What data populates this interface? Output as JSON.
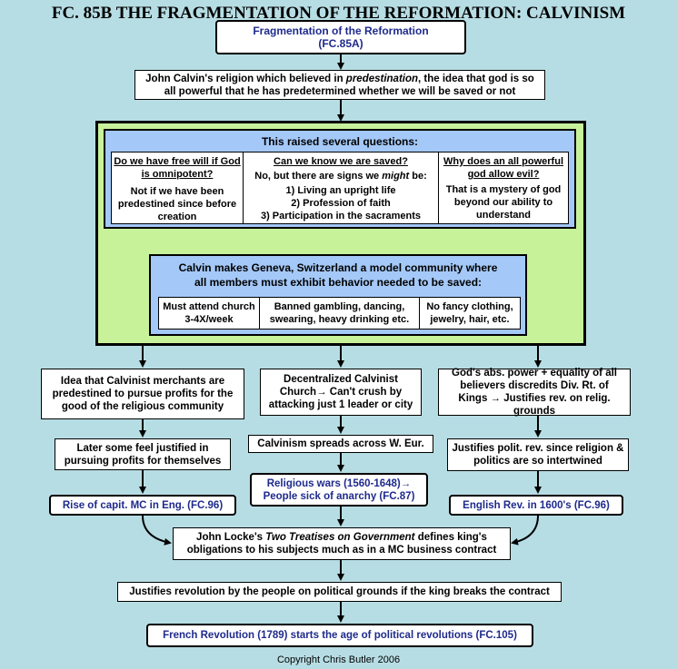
{
  "title": "FC. 85B THE FRAGMENTATION OF THE REFORMATION: CALVINISM",
  "top_box": {
    "line1": "Fragmentation of the Reformation",
    "line2": "(FC.85A)"
  },
  "calvin_box": {
    "pre": "John Calvin's religion which believed in ",
    "em": "predestination",
    "post": ", the idea that god is so",
    "line2": "all powerful that he has predetermined whether we will be saved  or not"
  },
  "questions": {
    "header": "This raised several questions:",
    "col1": {
      "q": "Do we have free will if God is omnipotent?",
      "a": "Not if we have been predestined since before creation"
    },
    "col2": {
      "q": "Can we know we are saved?",
      "a_pre": "No, but there are signs we ",
      "a_em": "might",
      "a_post": " be:",
      "items": [
        "1) Living an upright life",
        "2) Profession of faith",
        "3) Participation in the sacraments"
      ]
    },
    "col3": {
      "q": "Why does an all powerful god allow evil?",
      "a": "That is a mystery of god beyond our ability to understand"
    }
  },
  "geneva": {
    "header_line1": "Calvin makes Geneva, Switzerland a model community where",
    "header_line2": "all members must exhibit behavior needed to be saved:",
    "cells": [
      "Must attend church 3-4X/week",
      "Banned gambling, dancing, swearing, heavy drinking etc.",
      "No fancy clothing, jewelry, hair, etc."
    ]
  },
  "left_branch": {
    "b1": "Idea that Calvinist merchants are predestined to pursue profits for the good of the religious community",
    "b2": "Later some feel justified in pursuing profits for themselves",
    "b3": "Rise of capit. MC in Eng. (FC.96)"
  },
  "mid_branch": {
    "b1": "Decentralized Calvinist Church→ Can't crush by attacking just 1 leader or city",
    "b2": "Calvinism spreads across W. Eur.",
    "b3_line1": "Religious wars (1560-1648)→",
    "b3_line2": "People sick of anarchy (FC.87)"
  },
  "right_branch": {
    "b1": "God's abs. power + equality of all believers discredits Div. Rt. of Kings → Justifies rev. on relig. grounds",
    "b2": "Justifies polit. rev. since religion & politics are so intertwined",
    "b3": "English Rev. in 1600's (FC.96)"
  },
  "locke": {
    "pre": "John Locke's ",
    "em": "Two Treatises on Government",
    "post": " defines king's",
    "line2": "obligations to his subjects much as in a MC business contract"
  },
  "revolution": "Justifies revolution by the people on political grounds if the king breaks the contract",
  "french": "French Revolution (1789) starts the age of political revolutions (FC.105)",
  "copyright": "Copyright Chris Butler 2006"
}
